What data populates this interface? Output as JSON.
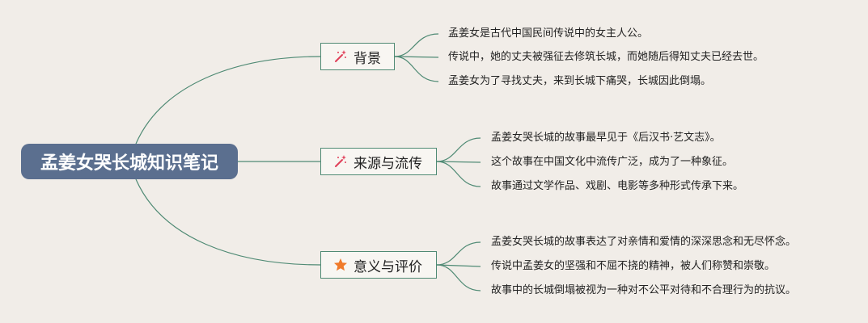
{
  "root": {
    "title": "孟姜女哭长城知识笔记"
  },
  "branches": [
    {
      "label": "背景",
      "icon": "magic-wand-icon",
      "leaves": [
        "孟姜女是古代中国民间传说中的女主人公。",
        "传说中，她的丈夫被强征去修筑长城，而她随后得知丈夫已经去世。",
        "孟姜女为了寻找丈夫，来到长城下痛哭，长城因此倒塌。"
      ]
    },
    {
      "label": "来源与流传",
      "icon": "magic-wand-icon",
      "leaves": [
        "孟姜女哭长城的故事最早见于《后汉书·艺文志》。",
        "这个故事在中国文化中流传广泛，成为了一种象征。",
        "故事通过文学作品、戏剧、电影等多种形式传承下来。"
      ]
    },
    {
      "label": "意义与评价",
      "icon": "star-icon",
      "leaves": [
        "孟姜女哭长城的故事表达了对亲情和爱情的深深思念和无尽怀念。",
        "传说中孟姜女的坚强和不屈不挠的精神，被人们称赞和崇敬。",
        "故事中的长城倒塌被视为一种对不公平对待和不合理行为的抗议。"
      ]
    }
  ],
  "colors": {
    "background": "#f1ede8",
    "root_fill": "#5b6f8f",
    "connector": "#4f8a74",
    "wand_accent": "#e0405a",
    "star": "#f07a2a"
  }
}
